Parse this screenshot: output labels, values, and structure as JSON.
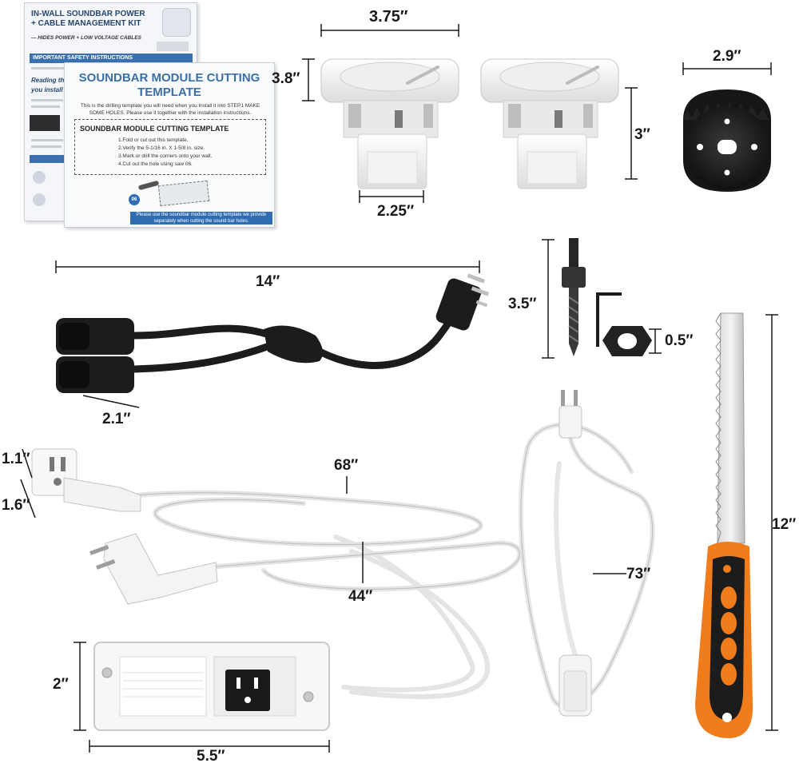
{
  "manual_sheet": {
    "title": "IN-WALL SOUNDBAR POWER + CABLE MANAGEMENT KIT",
    "subtitle": "— HIDES POWER + LOW VOLTAGE CABLES",
    "safety_heading": "IMPORTANT SAFETY INSTRUCTIONS",
    "read_note": "Reading th",
    "install_note": "you install"
  },
  "template_sheet": {
    "title": "SOUNDBAR MODULE CUTTING TEMPLATE",
    "description": "This is the drilling template you will need when you install it into STEP1 MAKE SOME HOLES. Please use it together with the installation instructions.",
    "box_title": "SOUNDBAR MODULE CUTTING TEMPLATE",
    "steps": [
      "1.Fold or cut out this template.",
      "2.Verify the 5-1/16 in. X 1-5/8 in. size.",
      "3.Mark or drill the corners onto your wall.",
      "4.Cut out the hole using saw 06."
    ],
    "badge": "06",
    "banner": "Please use the soundbar module cutting template we provide separately when cutting the sound bar holes."
  },
  "dimensions": {
    "module_width": "3.75″",
    "module_height_left": "3.8″",
    "module_bottom_width": "2.25″",
    "module_height_right": "3″",
    "hole_saw_diameter": "2.9″",
    "splitter_length": "14″",
    "splitter_outlet_width": "2.1″",
    "mandrel_length": "3.5″",
    "nut_thickness": "0.5″",
    "right_angle_plug_width": "1.1″",
    "right_angle_plug_height": "1.6″",
    "extension_cord_length": "68″",
    "power_cord_length": "44″",
    "white_cord_length": "73″",
    "saw_length": "12″",
    "wall_plate_height": "2″",
    "wall_plate_width": "5.5″"
  },
  "colors": {
    "accent_blue": "#3a6fb0",
    "saw_orange": "#f07c1b",
    "cable_black": "#1c1c1c",
    "cable_white": "#f2f2f2"
  }
}
